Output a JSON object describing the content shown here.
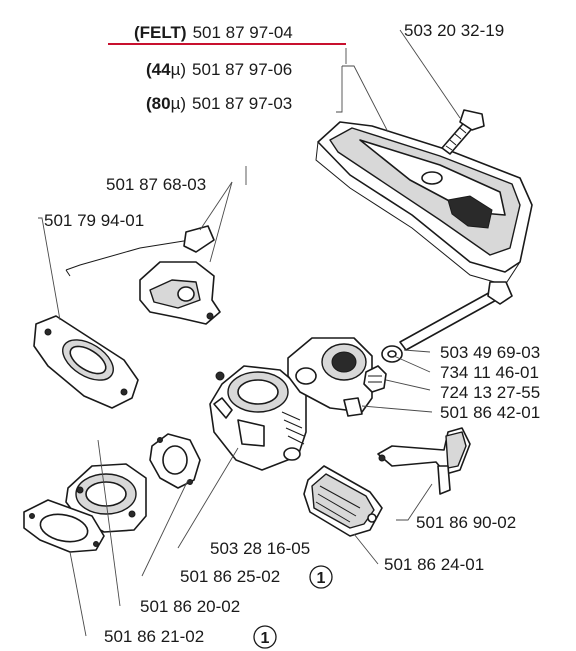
{
  "labels": {
    "felt_code": "(FELT)",
    "felt_part": "501 87 97-04",
    "filter44_code": "(44",
    "filter44_unit": "µ)",
    "filter44_part": "501 87 97-06",
    "filter80_code": "(80",
    "filter80_unit": "µ)",
    "filter80_part": "501 87 97-03",
    "screw_top": "503 20 32-19",
    "bracket": "501 87 68-03",
    "gasket_left": "501 79 94-01",
    "long_bolt": "503 49 69-03",
    "washer": "734 11 46-01",
    "nut": "724 13 27-55",
    "adapter": "501 86 42-01",
    "lever": "501 86 90-02",
    "gasket_small": "503 28 16-05",
    "intake_gasket": "501 86 25-02",
    "intake_gasket_note": "1",
    "pad": "501 86 24-01",
    "intake": "501 86 20-02",
    "intake_base_gasket": "501 86 21-02",
    "intake_base_gasket_note": "1"
  },
  "colors": {
    "highlight_underline": "#c8102e",
    "ink": "#1a1a1a"
  }
}
